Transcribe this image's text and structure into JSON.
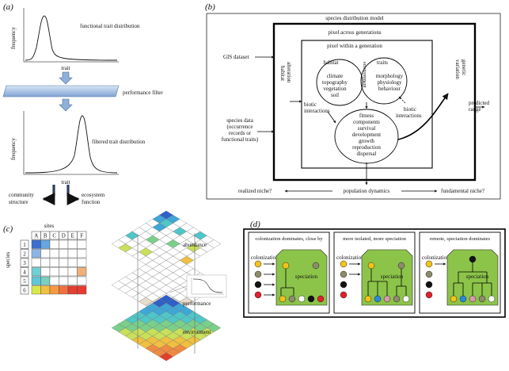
{
  "panels": {
    "a": {
      "label": "(a)",
      "functional_trait_distribution": "functional trait distribution",
      "frequency_top": "frequency",
      "trait_top": "trait",
      "performance_filter": "performance filter",
      "filtered_trait_distribution": "filtered trait distribution",
      "frequency_bottom": "frequency",
      "trait_bottom": "trait",
      "community_structure": [
        "community",
        "structure"
      ],
      "ecosystem_function": [
        "ecosystem",
        "function"
      ]
    },
    "b": {
      "label": "(b)",
      "species_distribution_model": "species distribution model",
      "pixel_across_generations": "pixel across generations",
      "pixel_within_generation": "pixel within a generation",
      "gis_dataset": "GIS dataset",
      "habitat_alteration": [
        "habitat",
        "alteration"
      ],
      "habitat_circle": [
        "habitat",
        "climate",
        "topography",
        "vegetation",
        "soil"
      ],
      "traits_circle": [
        "traits",
        "morphology",
        "physiology",
        "behaviour"
      ],
      "environment": "environment",
      "fitness_circle": [
        "fitness",
        "components",
        "survival",
        "development",
        "growth",
        "reproduction",
        "dispersal"
      ],
      "biotic_interactions_left": [
        "biotic",
        "interactions"
      ],
      "biotic_interactions_right": [
        "biotic",
        "interactions"
      ],
      "genetic_variation": [
        "genetic",
        "variation"
      ],
      "predicted_range": [
        "predicted",
        "range"
      ],
      "species_data": [
        "species data",
        "(occurrence",
        "records or",
        "functional traits)"
      ],
      "realized_niche": "realized niche?",
      "population_dynamics": "population dynamics",
      "fundamental_niche": "fundamental niche?"
    },
    "c": {
      "label": "(c)",
      "sites": "sites",
      "species": "species",
      "site_columns": [
        "A",
        "B",
        "C",
        "D",
        "E",
        "F"
      ],
      "species_rows": [
        "1",
        "2",
        "3",
        "4",
        "5",
        "6"
      ],
      "abundance": "abundance",
      "performance": "performance",
      "environment": "environment"
    },
    "d": {
      "label": "(d)",
      "boxes": [
        {
          "title": "colonization dominates, close by",
          "colonization": "colonization",
          "speciation": "speciation"
        },
        {
          "title": "more isolated, more speciation",
          "colonization": "colonization",
          "speciation": "speciation"
        },
        {
          "title": "remote, speciation dominates",
          "colonization": "colonization",
          "speciation": "speciation"
        }
      ]
    }
  },
  "colors": {
    "filter_bar": "#9fbbe0",
    "arrow_fill": "#8fb0d8",
    "island_green": "#8cc44a",
    "dot_yellow": "#f2c41a",
    "dot_gray": "#8c8c6a",
    "dot_black": "#111111",
    "dot_red": "#e0202a",
    "dot_blue": "#2a8ad8",
    "dot_pink": "#d89aa8",
    "dot_white": "#ffffff"
  }
}
